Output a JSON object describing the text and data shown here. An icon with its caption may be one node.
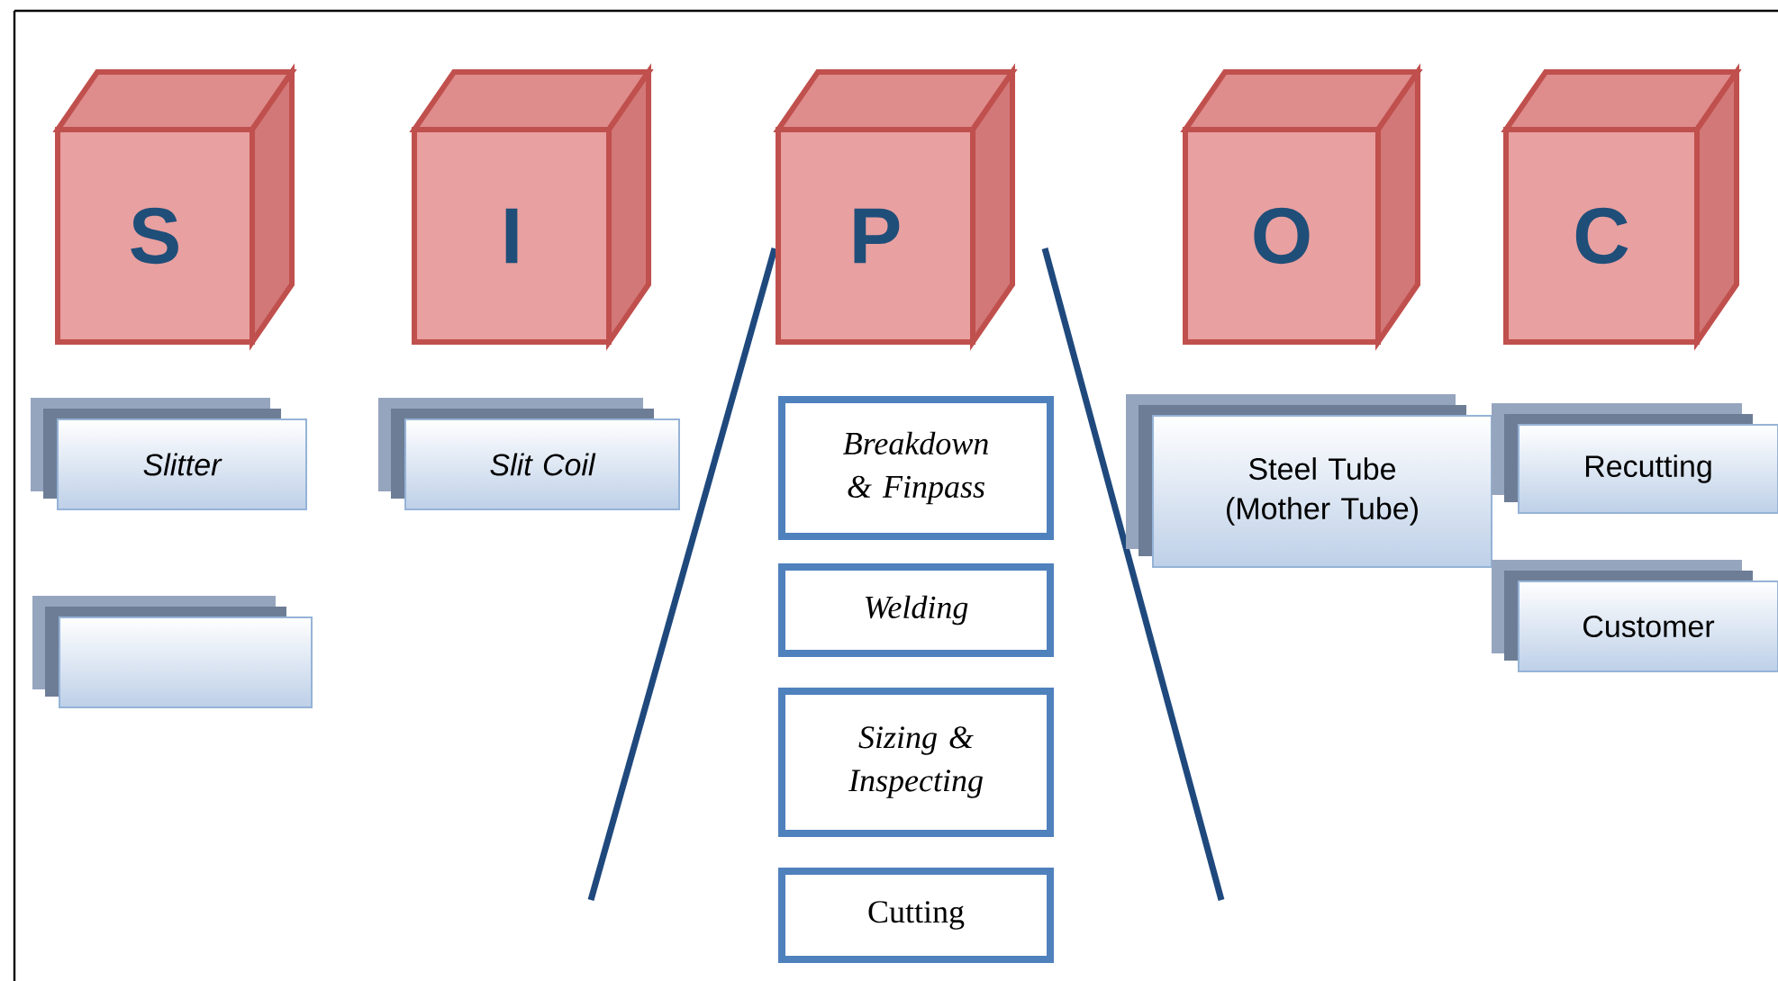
{
  "diagram": {
    "nodes": [
      {
        "text": [
          "S"
        ]
      },
      {
        "text": [
          "I"
        ]
      },
      {
        "text": [
          "P"
        ]
      },
      {
        "text": [
          "O"
        ]
      },
      {
        "text": [
          "C"
        ]
      },
      {
        "text": [
          "Slitter"
        ]
      },
      {
        "text": [
          "Slit Coil"
        ]
      },
      {
        "text": [
          "Breakdown & Finpass"
        ]
      },
      {
        "text": [
          "Steel Tube (Mother Tube)"
        ]
      },
      {
        "text": [
          "Recutting"
        ]
      },
      {
        "text": [],
        "shape": "box"
      },
      {
        "text": [
          "Welding"
        ]
      },
      {
        "text": [
          "Customer"
        ]
      },
      {
        "text": [
          "Sizing & Inspecting"
        ]
      },
      {
        "text": [
          "Cutting"
        ]
      }
    ]
  }
}
